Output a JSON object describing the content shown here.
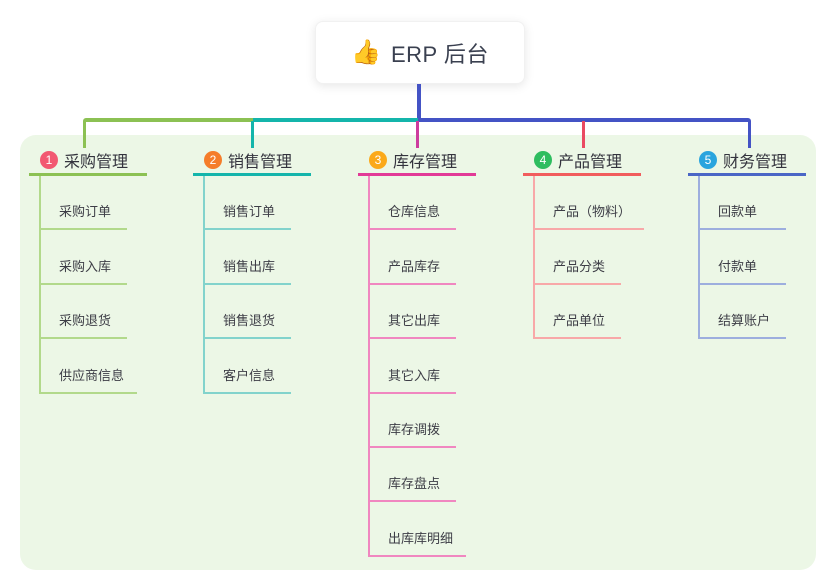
{
  "root": {
    "icon_glyph": "👍",
    "icon_name": "thumbs-up-icon",
    "label": "ERP 后台"
  },
  "connectors": {
    "trunk_color": "#4453c5",
    "green": "#8cc153",
    "teal": "#14b5ab",
    "magenta": "#cd3c9e",
    "crimson": "#ea4a62",
    "indigo": "#4453c5"
  },
  "panel_color": "#ecf7e6",
  "branches": [
    {
      "num": "1",
      "label": "采购管理",
      "badge_color": "#f25871",
      "line_color": "#8cc153",
      "child_line_color": "#b2d98b",
      "children": [
        "采购订单",
        "采购入库",
        "采购退货",
        "供应商信息"
      ]
    },
    {
      "num": "2",
      "label": "销售管理",
      "badge_color": "#f57d2a",
      "line_color": "#14b5ab",
      "child_line_color": "#82d3cc",
      "children": [
        "销售订单",
        "销售出库",
        "销售退货",
        "客户信息"
      ]
    },
    {
      "num": "3",
      "label": "库存管理",
      "badge_color": "#fba919",
      "line_color": "#e23a97",
      "child_line_color": "#f087c0",
      "children": [
        "仓库信息",
        "产品库存",
        "其它出库",
        "其它入库",
        "库存调拨",
        "库存盘点",
        "出库库明细"
      ]
    },
    {
      "num": "4",
      "label": "产品管理",
      "badge_color": "#2ebd5f",
      "line_color": "#f15d5d",
      "child_line_color": "#f8a8a8",
      "children": [
        "产品（物料）",
        "产品分类",
        "产品单位"
      ]
    },
    {
      "num": "5",
      "label": "财务管理",
      "badge_color": "#29a4de",
      "line_color": "#4a66c6",
      "child_line_color": "#9daede",
      "children": [
        "回款单",
        "付款单",
        "结算账户"
      ]
    }
  ]
}
